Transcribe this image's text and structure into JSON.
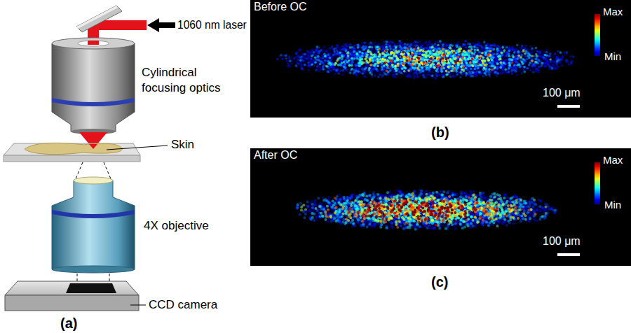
{
  "diagram": {
    "nodes": [
      {
        "text": [
          "Before OC",
          "Max",
          "Min",
          "100 μm"
        ]
      },
      {
        "text": [
          "After OC",
          "Max",
          "Min",
          "100 μm"
        ]
      }
    ],
    "labels": [
      "1060 nm laser",
      "Cylindrical focusing optics",
      "Skin",
      "4X objective",
      "CCD camera",
      "(a)",
      "(b)",
      "(c)"
    ]
  }
}
